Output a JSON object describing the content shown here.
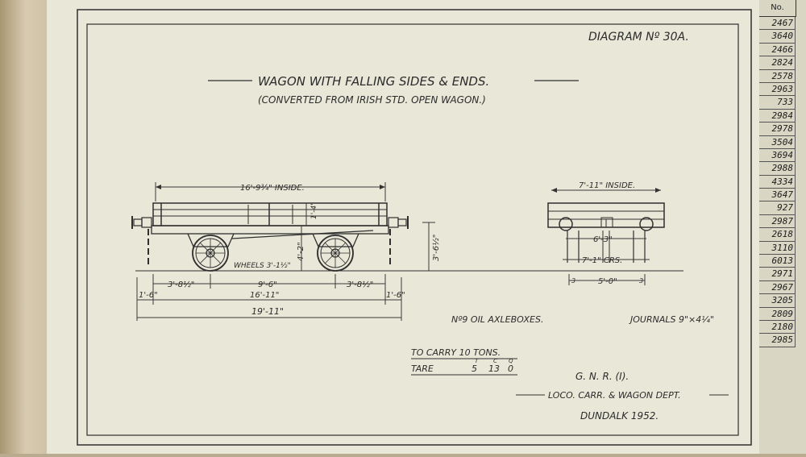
{
  "diagram": {
    "number_label": "DIAGRAM Nº 30A.",
    "title": "WAGON WITH FALLING SIDES & ENDS.",
    "subtitle": "(CONVERTED FROM IRISH STD. OPEN WAGON.)",
    "dimensions": {
      "inside_length": "16'-9¾\" INSIDE.",
      "side_height": "1'-4\"",
      "floor_height": "4'-2\"",
      "buffer_height": "3'-6½\"",
      "wheels": "WHEELS 3'-1½\"",
      "overhang_left": "3'-8½\"",
      "wheelbase": "9'-6\"",
      "overhang_right": "3'-8½\"",
      "buffer_left": "1'-6\"",
      "over_headstocks": "16'-11\"",
      "buffer_right": "1'-6\"",
      "over_buffers": "19'-11\"",
      "inside_width": "7'-11\" INSIDE.",
      "buffer_centres": "6'-3\"",
      "journal_centres": "7'-1\" CRS.",
      "gauge": "5'-0\"",
      "gauge_left_mark": "3",
      "gauge_right_mark": "3"
    },
    "notes": {
      "axleboxes": "Nº9 OIL AXLEBOXES.",
      "journals": "JOURNALS 9\"×4¼\"",
      "capacity": "TO CARRY 10 TONS.",
      "tare_label": "TARE",
      "tare_units": [
        "T",
        "C",
        "Q"
      ],
      "tare_values": [
        "5",
        "13",
        "0"
      ]
    },
    "issuer": {
      "company": "G.  N.  R.  (I).",
      "department": "LOCO. CARR. & WAGON DEPT.",
      "place_year": "DUNDALK 1952."
    }
  },
  "register": {
    "header": "No.",
    "numbers": [
      "2467",
      "3640",
      "2466",
      "2824",
      "2578",
      "2963",
      "733",
      "2984",
      "2978",
      "3504",
      "3694",
      "2988",
      "4334",
      "3647",
      "927",
      "2987",
      "2618",
      "3110",
      "6013",
      "2971",
      "2967",
      "3205",
      "2809",
      "2180",
      "2985"
    ]
  }
}
